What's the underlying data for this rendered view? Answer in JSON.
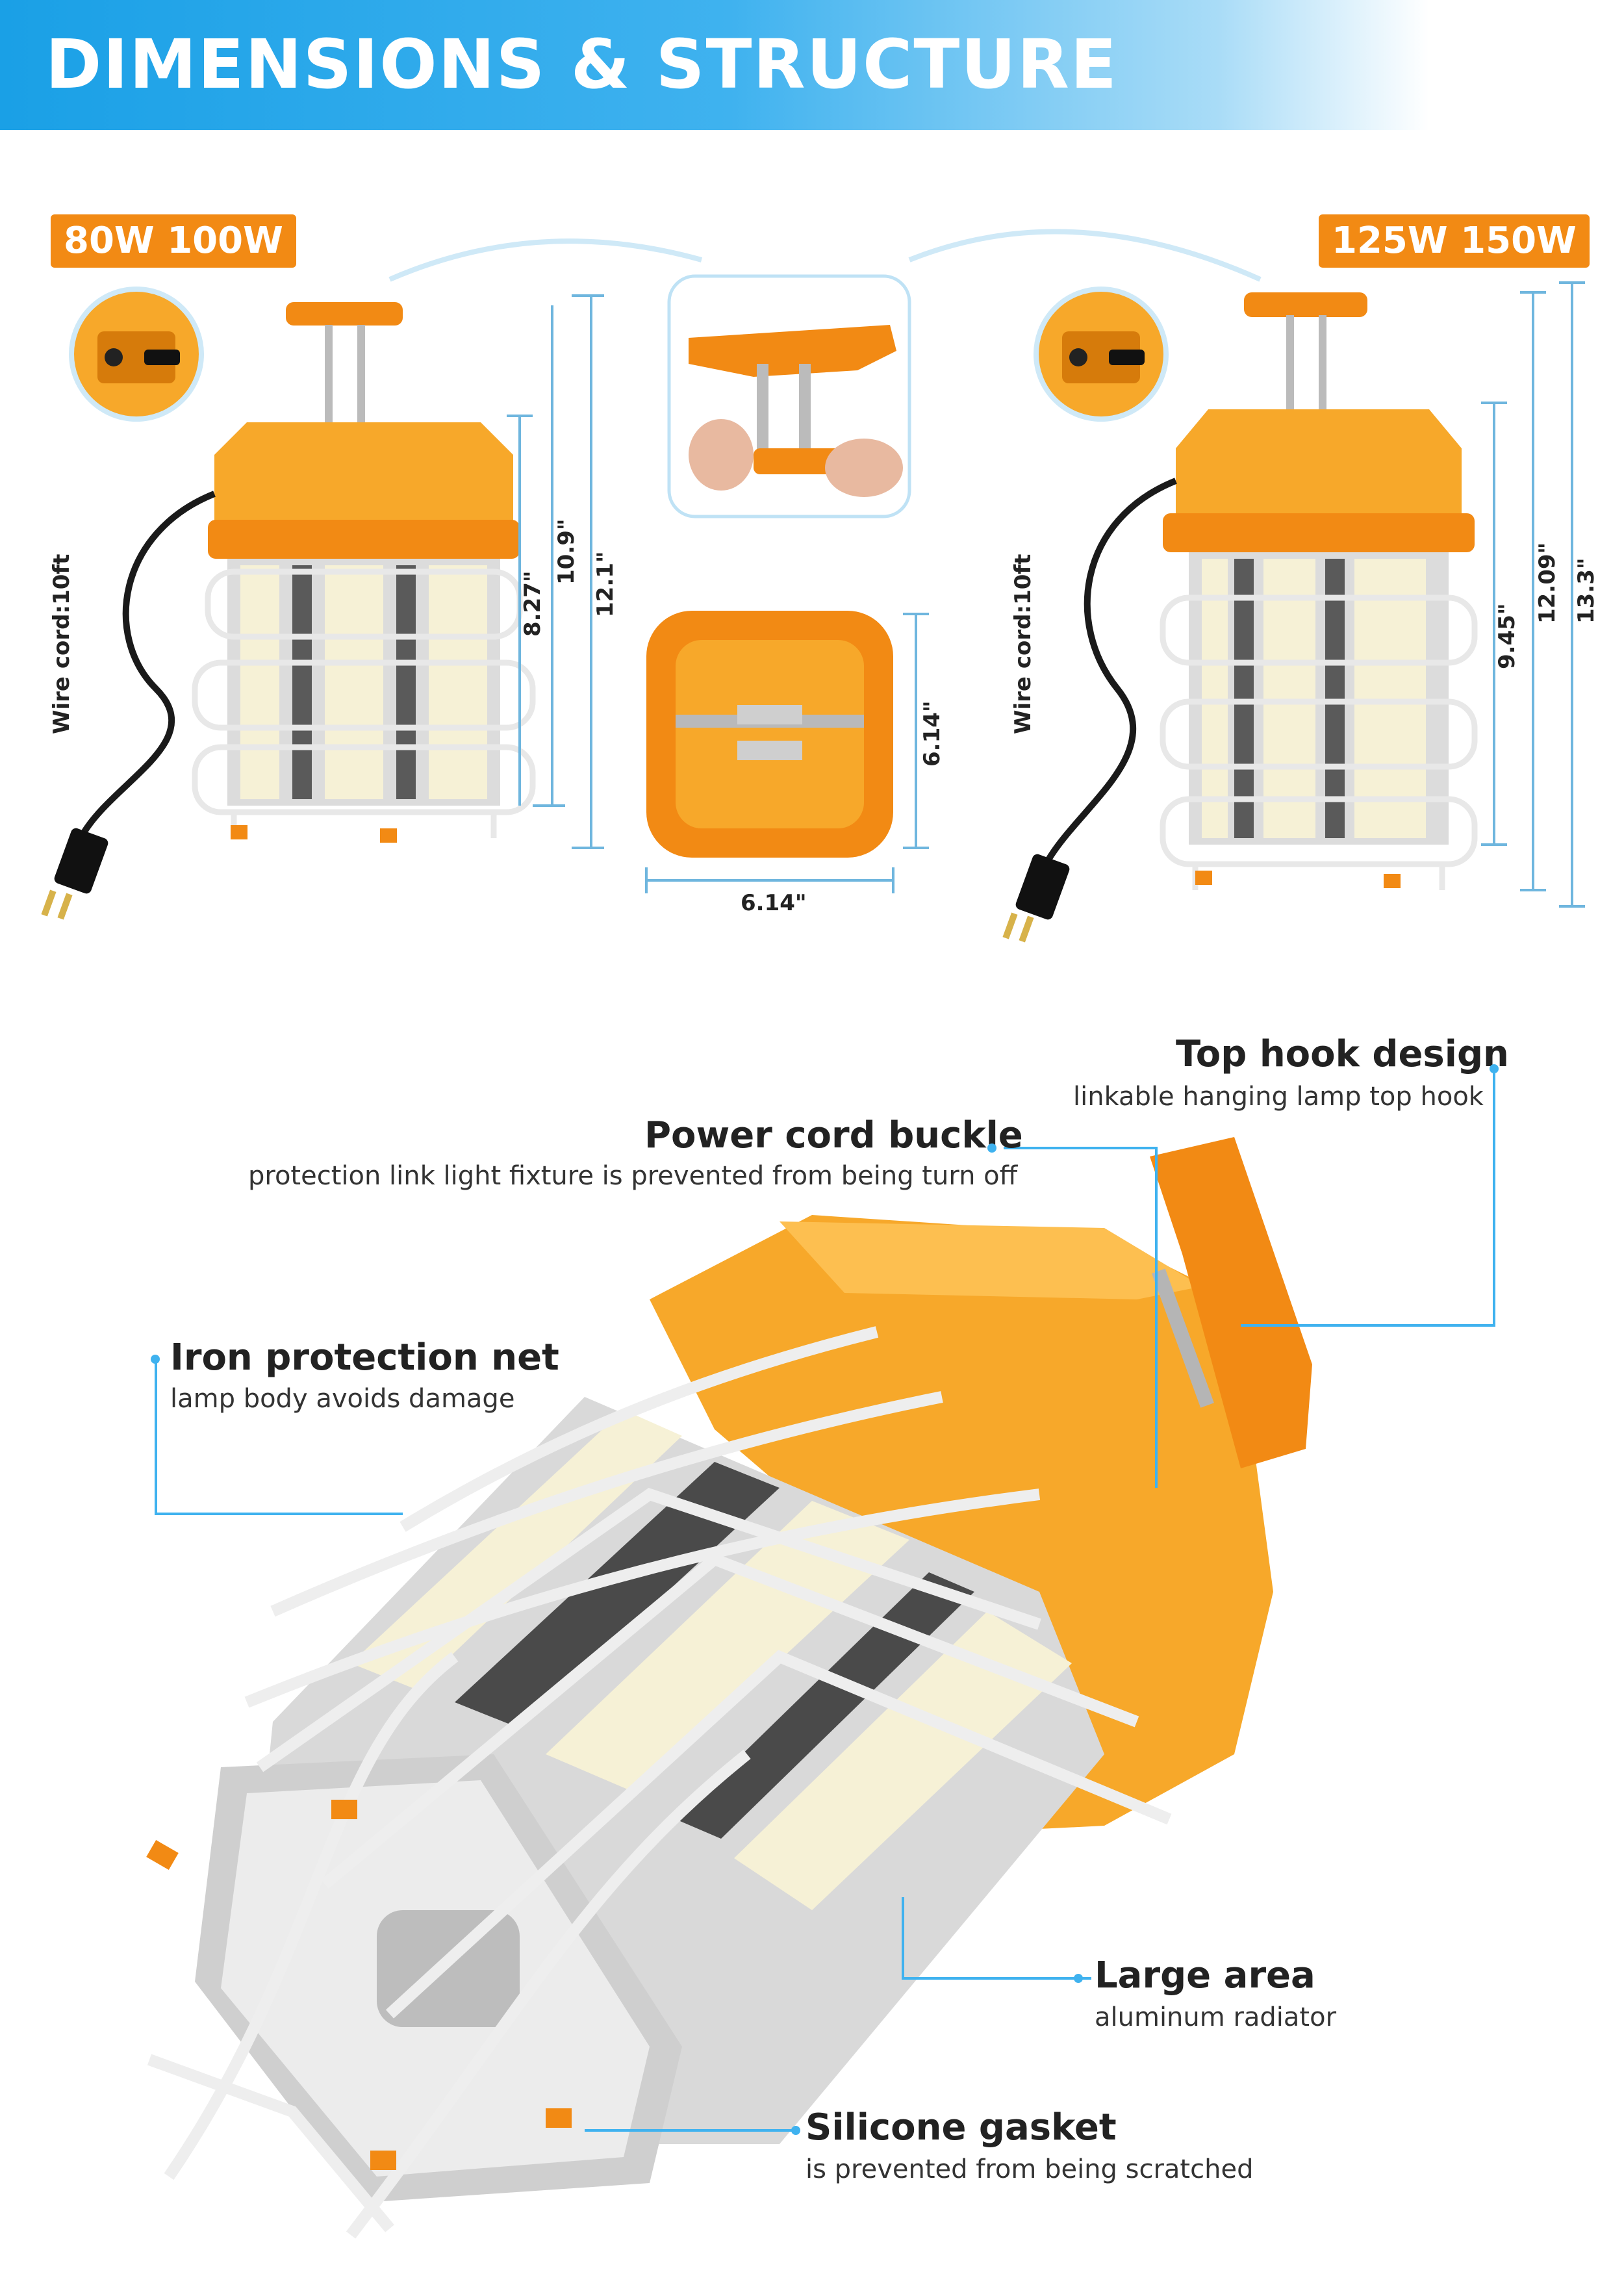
{
  "header": {
    "title": "DIMENSIONS & STRUCTURE"
  },
  "badges": {
    "left": "80W 100W",
    "right": "125W 150W"
  },
  "dimensions": {
    "left_cord": "Wire cord:10ft",
    "left_h1": "8.27\"",
    "left_h2": "10.9\"",
    "left_h3": "12.1\"",
    "top_side": "6.14\"",
    "top_bottom": "6.14\"",
    "right_cord": "Wire cord:10ft",
    "right_h1": "9.45\"",
    "right_h2": "12.09\"",
    "right_h3": "13.3\""
  },
  "features": {
    "top_hook": {
      "title": "Top hook design",
      "subtitle": "linkable hanging lamp top hook"
    },
    "power_cord": {
      "title": "Power cord buckle",
      "subtitle": "protection link light fixture is prevented from being turn off"
    },
    "iron_net": {
      "title": "Iron protection net",
      "subtitle": "lamp body avoids damage"
    },
    "large_area": {
      "title": "Large area",
      "subtitle": "aluminum radiator"
    },
    "gasket": {
      "title": "Silicone gasket",
      "subtitle": "is prevented from being scratched"
    }
  },
  "colors": {
    "accent_orange": "#f28a14",
    "banner_blue": "#1aa0e6",
    "callout_blue": "#3fb2ef"
  }
}
